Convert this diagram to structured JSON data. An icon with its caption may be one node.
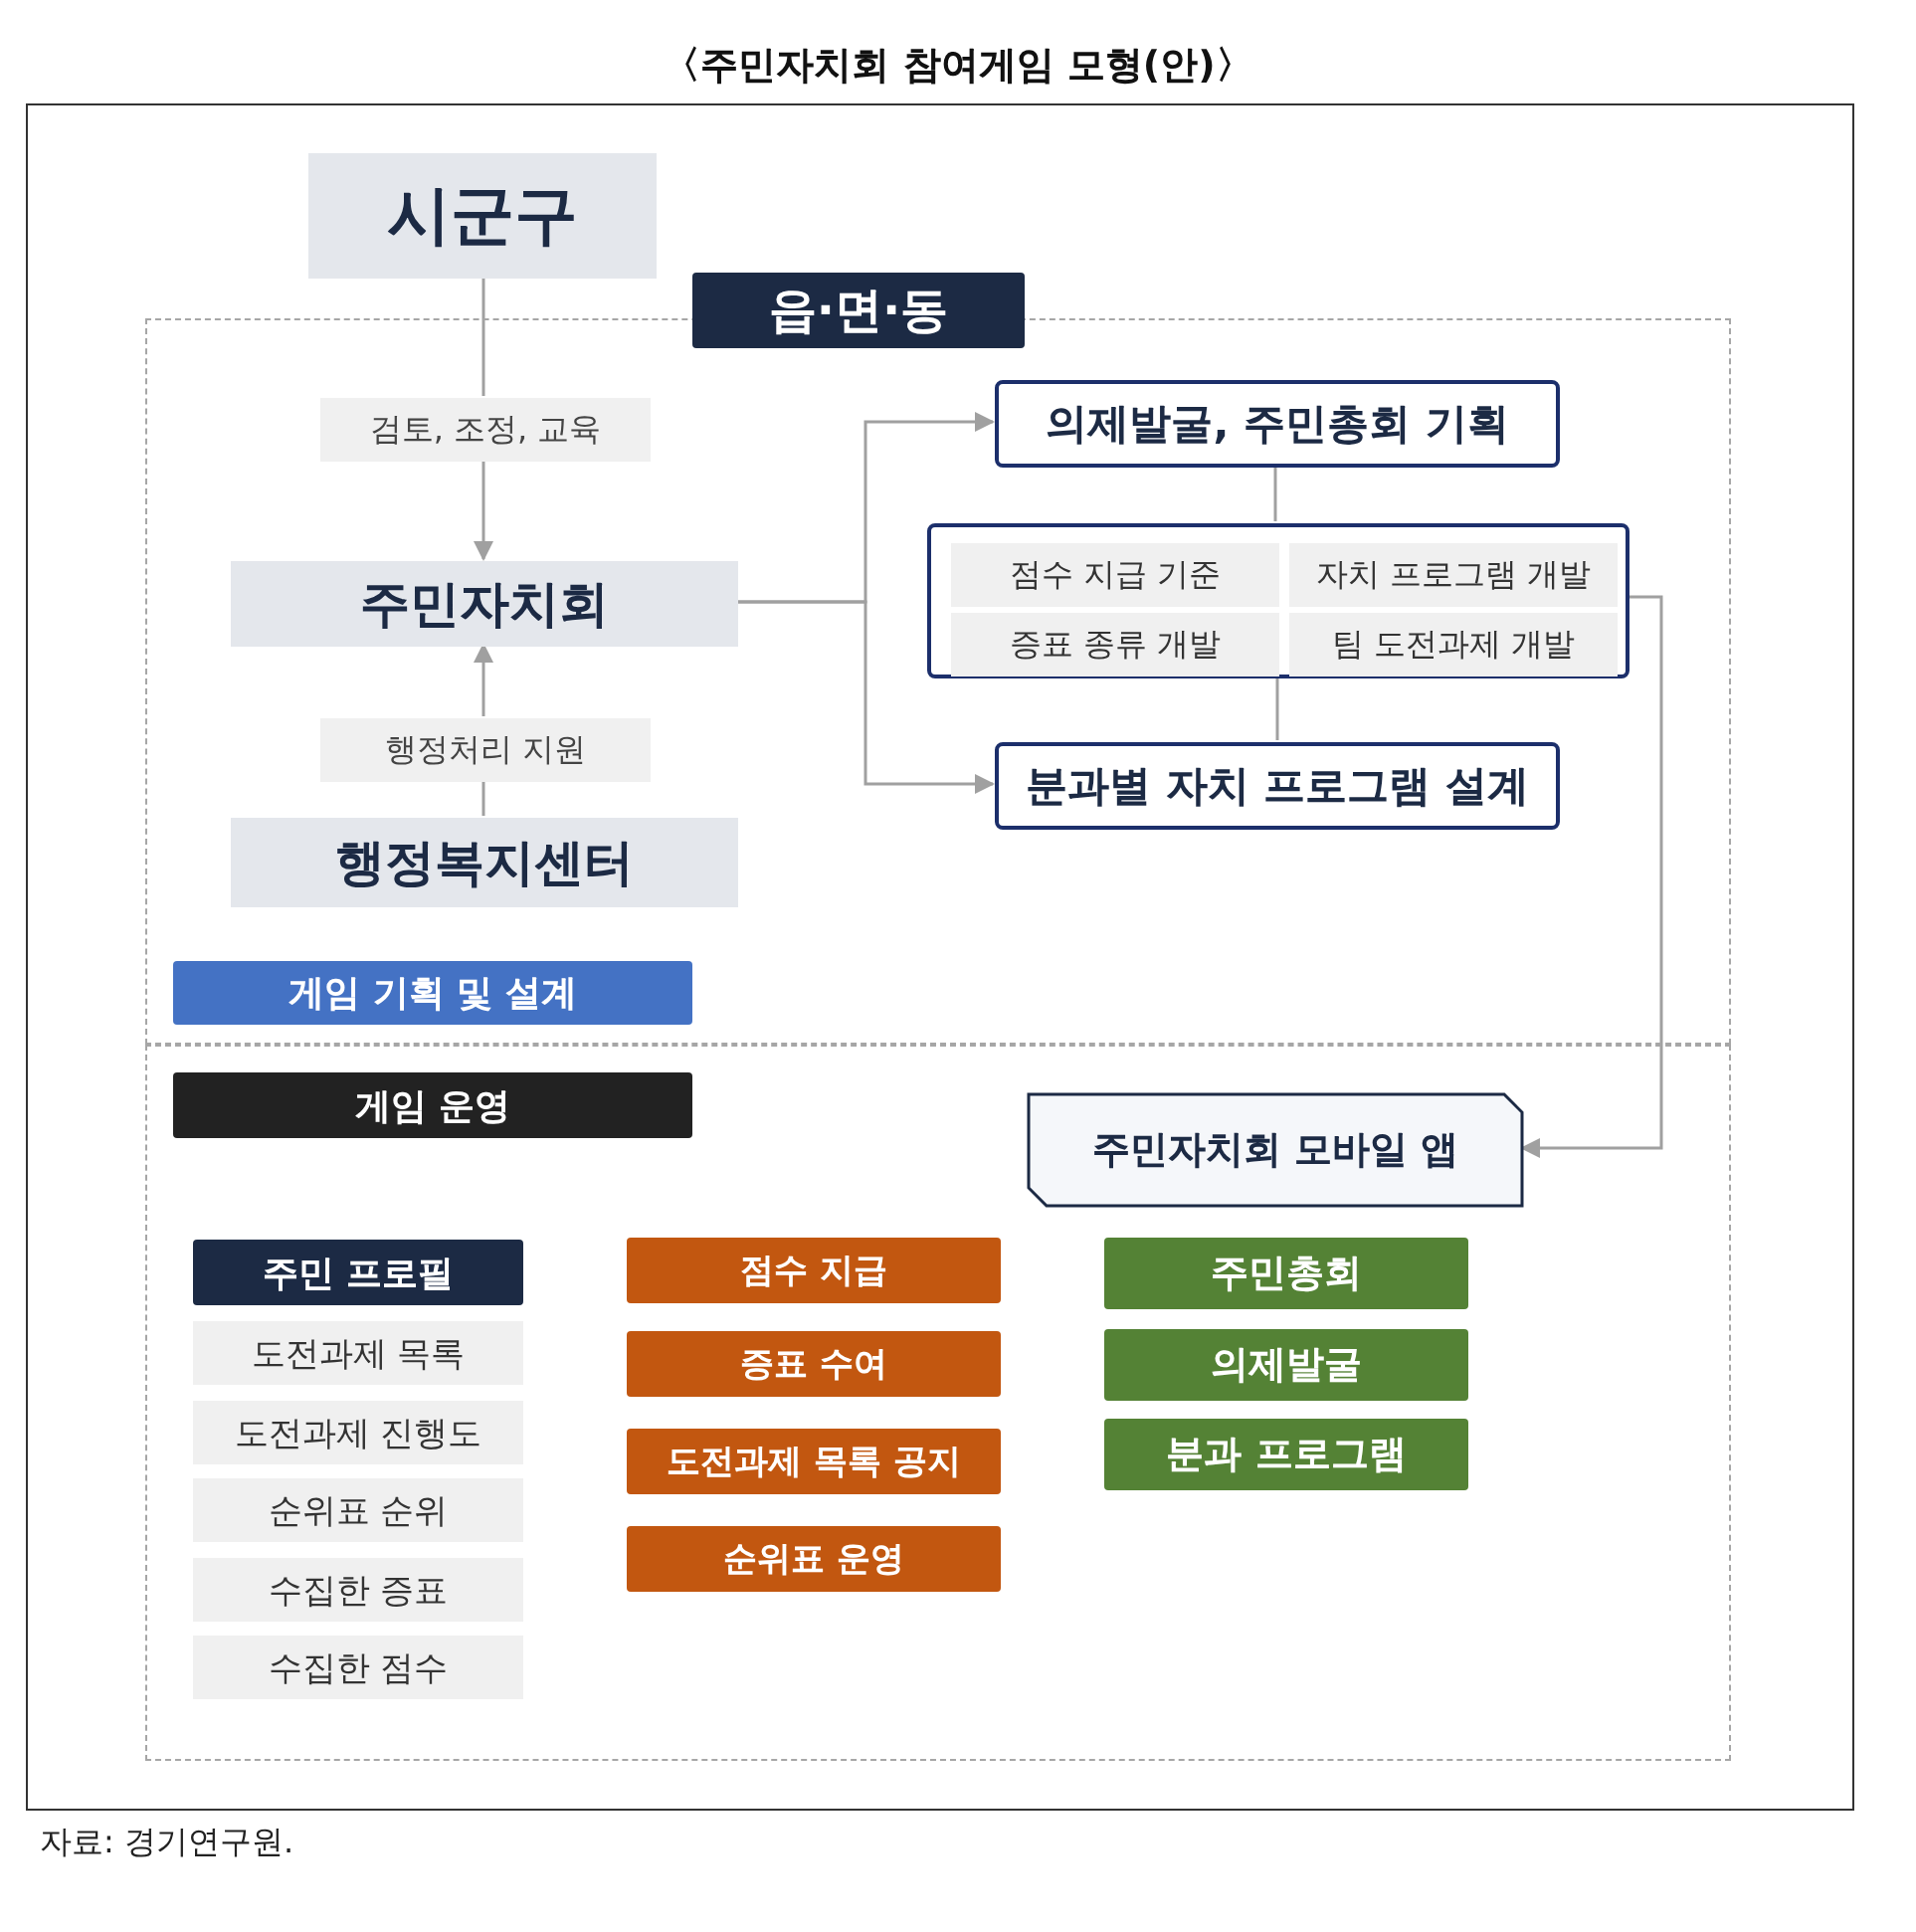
{
  "diagram": {
    "title": "〈주민자치회 참여게임 모형(안)〉",
    "caption": "자료: 경기연구원.",
    "nodes": [
      {
        "text": [
          "시군구"
        ]
      },
      {
        "text": [
          "읍·면·동"
        ]
      },
      {
        "text": [
          "게임 기획 및 설계"
        ]
      },
      {
        "text": [
          "검토, 조정, 교육"
        ],
        "in": 2
      },
      {
        "text": [
          "주민자치회"
        ],
        "in": 2
      },
      {
        "text": [
          "행정처리 지원"
        ],
        "in": 2
      },
      {
        "text": [
          "행정복지센터"
        ],
        "in": 2
      },
      {
        "text": [
          "의제발굴, 주민총회 기획"
        ],
        "in": 2
      },
      {
        "text": [],
        "shape": "box",
        "in": 2
      },
      {
        "text": [
          "점수 지급 기준"
        ],
        "in": 8
      },
      {
        "text": [
          "자치 프로그램 개발"
        ],
        "in": 8
      },
      {
        "text": [
          "증표 종류 개발"
        ],
        "in": 8
      },
      {
        "text": [
          "팀 도전과제 개발"
        ],
        "in": 8
      },
      {
        "text": [
          "분과별 자치 프로그램 설계"
        ],
        "in": 2
      },
      {
        "text": [
          "게임 운영"
        ]
      },
      {
        "text": [
          "주민자치회 모바일 앱"
        ],
        "in": 14
      },
      {
        "text": [
          "주민 프로필"
        ],
        "in": 14
      },
      {
        "text": [
          "도전과제 목록"
        ],
        "in": 14
      },
      {
        "text": [
          "도전과제 진행도"
        ],
        "in": 14
      },
      {
        "text": [
          "순위표 순위"
        ],
        "in": 14
      },
      {
        "text": [
          "수집한 증표"
        ],
        "in": 14
      },
      {
        "text": [
          "수집한 점수"
        ],
        "in": 14
      },
      {
        "text": [
          "점수 지급"
        ],
        "in": 14
      },
      {
        "text": [
          "증표 수여"
        ],
        "in": 14
      },
      {
        "text": [
          "도전과제 목록 공지"
        ],
        "in": 14
      },
      {
        "text": [
          "순위표 운영"
        ],
        "in": 14
      },
      {
        "text": [
          "주민총회"
        ],
        "in": 14
      },
      {
        "text": [
          "의제발굴"
        ],
        "in": 14
      },
      {
        "text": [
          "분과 프로그램"
        ],
        "in": 14
      }
    ],
    "edges": [
      {
        "from": 0,
        "to": 3,
        "arrow": "none"
      },
      {
        "from": 3,
        "to": 4,
        "arrow": "to"
      },
      {
        "from": 6,
        "to": 5,
        "arrow": "none"
      },
      {
        "from": 5,
        "to": 4,
        "arrow": "to"
      },
      {
        "from": 4,
        "to": 7,
        "arrow": "to"
      },
      {
        "from": 4,
        "to": 13,
        "arrow": "to"
      },
      {
        "from": 7,
        "to": 8,
        "arrow": "none"
      },
      {
        "from": 8,
        "to": 13,
        "arrow": "none"
      },
      {
        "from": 8,
        "to": 15,
        "arrow": "to"
      }
    ]
  }
}
